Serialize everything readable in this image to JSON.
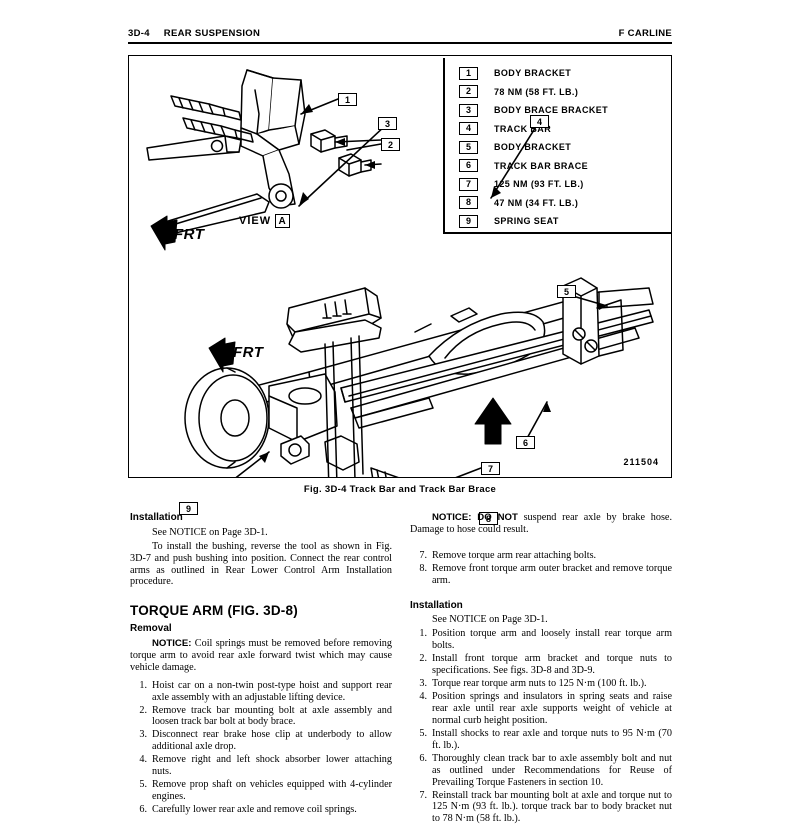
{
  "header": {
    "page_number": "3D-4",
    "section_title": "REAR SUSPENSION",
    "carline": "F CARLINE"
  },
  "figure": {
    "caption": "Fig. 3D-4 Track Bar and Track Bar Brace",
    "drawing_number": "211504",
    "view_label": "VIEW",
    "view_letter": "A",
    "direction_label": "FRT",
    "section_arrow_letter": "A",
    "legend": [
      {
        "num": "1",
        "label": "BODY BRACKET"
      },
      {
        "num": "2",
        "label": "78 NM (58 FT. LB.)"
      },
      {
        "num": "3",
        "label": "BODY BRACE BRACKET"
      },
      {
        "num": "4",
        "label": "TRACK BAR"
      },
      {
        "num": "5",
        "label": "BODY BRACKET"
      },
      {
        "num": "6",
        "label": "TRACK BAR BRACE"
      },
      {
        "num": "7",
        "label": "125 NM (93 FT. LB.)"
      },
      {
        "num": "8",
        "label": "47 NM (34 FT. LB.)"
      },
      {
        "num": "9",
        "label": "SPRING SEAT"
      }
    ],
    "callouts": [
      {
        "num": "1"
      },
      {
        "num": "2"
      },
      {
        "num": "3"
      },
      {
        "num": "4"
      },
      {
        "num": "5"
      },
      {
        "num": "6"
      },
      {
        "num": "7"
      },
      {
        "num": "8"
      },
      {
        "num": "9"
      }
    ]
  },
  "left_column": {
    "installation_heading": "Installation",
    "see_notice": "See NOTICE on Page 3D-1.",
    "install_para": "To install the bushing, reverse the tool as shown in Fig. 3D-7 and push bushing into position. Connect the rear control arms as outlined in Rear Lower Control Arm Installation procedure.",
    "torque_arm_heading": "TORQUE ARM (FIG. 3D-8)",
    "removal_heading": "Removal",
    "notice_bold": "NOTICE:",
    "notice_text": " Coil springs must be removed before removing torque arm to avoid rear axle forward twist which may cause vehicle damage.",
    "removal_steps": [
      "Hoist car on a non-twin post-type hoist and support rear axle assembly with an adjustable lifting device.",
      "Remove track bar mounting bolt at axle assembly and loosen track bar bolt at body brace.",
      "Disconnect rear brake hose clip at underbody to allow additional axle drop.",
      "Remove right and left shock absorber lower attaching nuts.",
      "Remove prop shaft on vehicles equipped with 4-cylinder engines.",
      "Carefully lower rear axle and remove coil springs."
    ]
  },
  "right_column": {
    "notice_bold": "NOTICE: DO NOT",
    "notice_text": " suspend rear axle by brake hose. Damage to hose could result.",
    "removal_steps_cont": [
      "Remove torque arm rear attaching bolts.",
      "Remove front torque arm outer bracket and remove torque arm."
    ],
    "installation_heading": "Installation",
    "see_notice": "See NOTICE on Page 3D-1.",
    "installation_steps": [
      "Position torque arm and loosely install rear torque arm bolts.",
      "Install front torque arm bracket and torque nuts to specifications. See figs. 3D-8 and 3D-9.",
      "Torque rear torque arm nuts to 125 N·m (100 ft. lb.).",
      "Position springs and insulators in spring seats and raise rear axle until rear axle supports weight of vehicle at normal curb height position.",
      "Install shocks to rear axle and torque nuts to 95 N·m (70 ft. lb.).",
      "Thoroughly clean track bar to axle assembly bolt and nut as outlined under Recommendations for Reuse of Prevailing Torque Fasteners in section 10.",
      "Reinstall track bar mounting bolt at axle and torque nut to 125 N·m (93 ft. lb.). torque track bar to body bracket nut to 78 N·m (58 ft. lb.)."
    ]
  }
}
